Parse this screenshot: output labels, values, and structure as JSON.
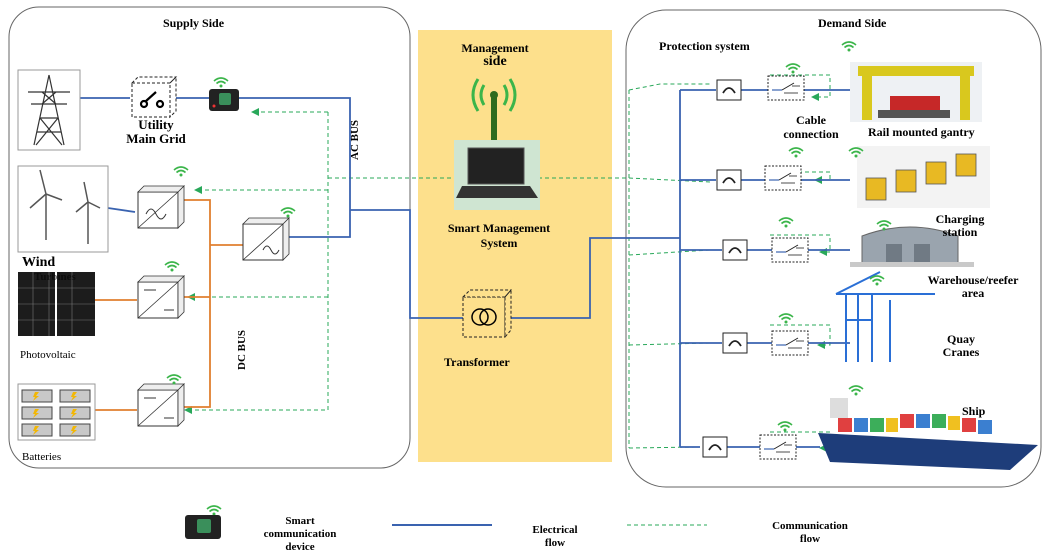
{
  "supply": {
    "title": "Supply Side",
    "utility": "Utility\nMain Grid",
    "wind": "Wind",
    "wind_overlap": "Turbines",
    "pv": "Photovoltaic",
    "batteries": "Batteries",
    "ac_bus": "AC BUS",
    "dc_bus": "DC BUS"
  },
  "management": {
    "title": "Management",
    "subtitle": "side",
    "system": "Smart Management\nSystem",
    "transformer": "Transformer"
  },
  "demand": {
    "title": "Demand Side",
    "protection": "Protection system",
    "cable": "Cable\nconnection",
    "rail": "Rail mounted  gantry",
    "charging": "Charging\nstation",
    "warehouse": "Warehouse/reefer\narea",
    "quay": "Quay\nCranes",
    "ship": "Ship"
  },
  "legend": {
    "device": "Smart\ncommunication\ndevice",
    "electrical": "Electrical\nflow",
    "communication": "Communication\nflow"
  },
  "colors": {
    "electrical": "#3a63b0",
    "communication": "#29a85a",
    "dc_bus": "#e07f2f",
    "management_bg": "#fde08c",
    "wifi": "#3bb54a"
  }
}
